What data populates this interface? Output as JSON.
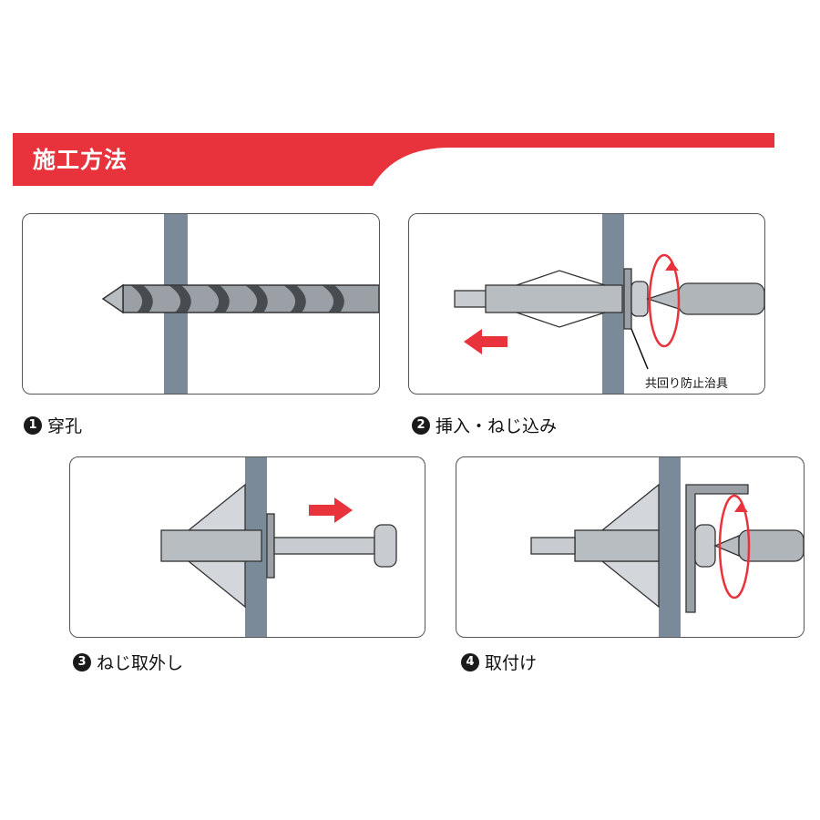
{
  "header": {
    "title": "施工方法"
  },
  "colors": {
    "accent_red": "#e8323c",
    "wall_gray": "#7a8a98",
    "panel_border": "#555555"
  },
  "steps": [
    {
      "number": "1",
      "label": "穿孔"
    },
    {
      "number": "2",
      "label": "挿入・ねじ込み"
    },
    {
      "number": "3",
      "label": "ねじ取外し"
    },
    {
      "number": "4",
      "label": "取付け"
    }
  ],
  "callouts": {
    "anti_rotation_tool": "共回り防止治具"
  }
}
